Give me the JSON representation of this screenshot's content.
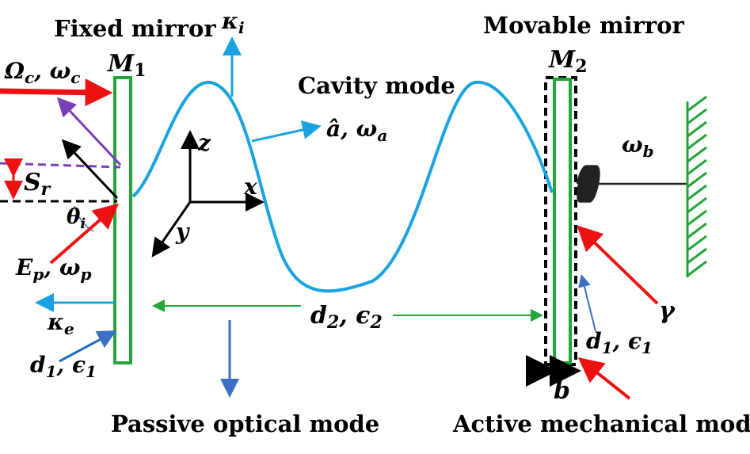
{
  "labels": {
    "fixed_mirror": "Fixed mirror",
    "movable_mirror": "Movable mirror",
    "cavity_mode": "Cavity mode",
    "passive_optical_mode": "Passive optical mode",
    "active_mechanical_mode": "Active mechanical mode"
  },
  "symbols": {
    "m1": "M",
    "m1_sub": "1",
    "m2": "M",
    "m2_sub": "2",
    "kappa_i": "κ",
    "kappa_i_sub": "i",
    "kappa_e": "κ",
    "kappa_e_sub": "e",
    "omega_c_label": "Ω",
    "omega_c_sub": "c",
    "omega_c_sep": ", ω",
    "omega_c_sub2": "c",
    "a_hat": "â",
    "a_sep": ", ω",
    "a_sub": "a",
    "omega_b": "ω",
    "omega_b_sub": "b",
    "s_r": "S",
    "s_r_sub": "r",
    "theta": "θ",
    "theta_sub": "i",
    "x_axis": "x",
    "y_axis": "y",
    "z_axis": "z",
    "ep": "E",
    "ep_sub": "p",
    "ep_sep": ", ω",
    "ep_sub2": "p",
    "d2": "d",
    "d2_sub": "2",
    "d2_sep": ", ϵ",
    "d2_sub2": "2",
    "d1_left": "d",
    "d1_left_sub": "1",
    "d1_left_sep": ", ϵ",
    "d1_left_sub2": "1",
    "d1_right": "d",
    "d1_right_sub": "1",
    "d1_right_sep": ", ϵ",
    "d1_right_sub2": "1",
    "gamma": "γ",
    "b_hat": "b̂"
  },
  "colors": {
    "mirror": "#22a63a",
    "wave": "#1aa3e0",
    "red_arrow": "#ee1111",
    "purple": "#7b3fb5",
    "green_arrow": "#22a63a",
    "blue_arrow": "#3a6fc4",
    "spring": "#222222",
    "wall": "#22a63a",
    "black": "#000000"
  }
}
